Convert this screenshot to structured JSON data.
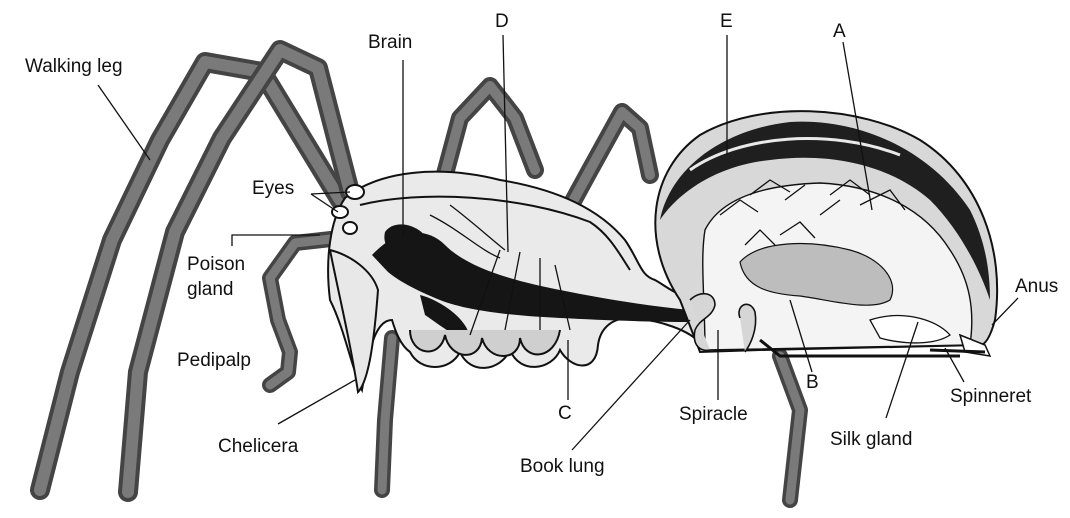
{
  "diagram": {
    "labels": {
      "walking_leg": "Walking leg",
      "brain": "Brain",
      "d": "D",
      "e": "E",
      "a": "A",
      "eyes": "Eyes",
      "poison_gland_1": "Poison",
      "poison_gland_2": "gland",
      "pedipalp": "Pedipalp",
      "chelicera": "Chelicera",
      "c": "C",
      "book_lung": "Book lung",
      "spiracle": "Spiracle",
      "b": "B",
      "spinneret": "Spinneret",
      "silk_gland": "Silk gland",
      "anus": "Anus"
    }
  }
}
